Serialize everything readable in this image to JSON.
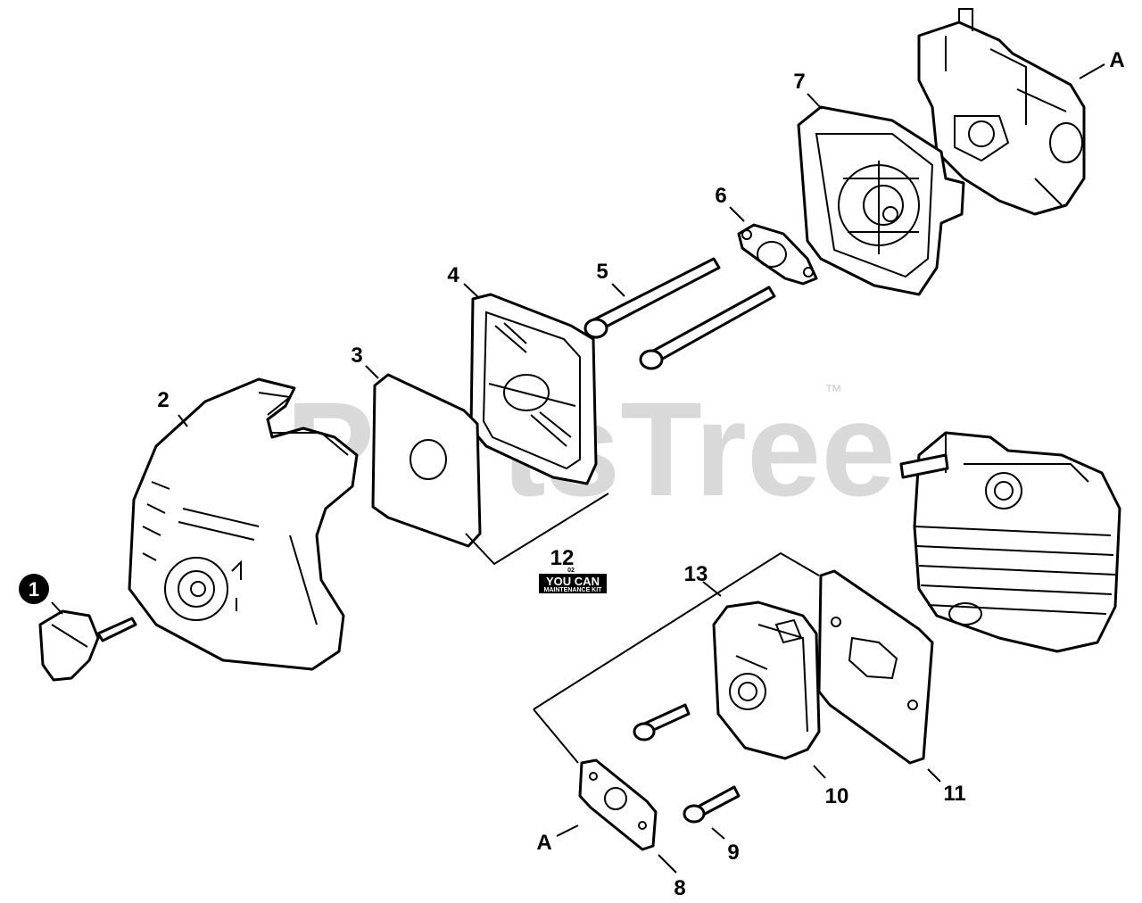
{
  "watermark": {
    "text": "PartsTree",
    "trademark": "™"
  },
  "callouts": [
    {
      "id": "1",
      "text": "1",
      "badge": true
    },
    {
      "id": "2",
      "text": "2"
    },
    {
      "id": "3",
      "text": "3"
    },
    {
      "id": "4",
      "text": "4"
    },
    {
      "id": "5",
      "text": "5"
    },
    {
      "id": "6",
      "text": "6"
    },
    {
      "id": "7",
      "text": "7"
    },
    {
      "id": "8",
      "text": "8"
    },
    {
      "id": "9",
      "text": "9"
    },
    {
      "id": "10",
      "text": "10"
    },
    {
      "id": "11",
      "text": "11"
    },
    {
      "id": "12",
      "text": "12"
    },
    {
      "id": "13",
      "text": "13"
    },
    {
      "id": "A-top",
      "text": "A"
    },
    {
      "id": "A-bottom",
      "text": "A"
    }
  ],
  "kit_badge": {
    "line1": "YOU CAN",
    "line2": "MAINTENANCE KIT",
    "small": "02"
  }
}
